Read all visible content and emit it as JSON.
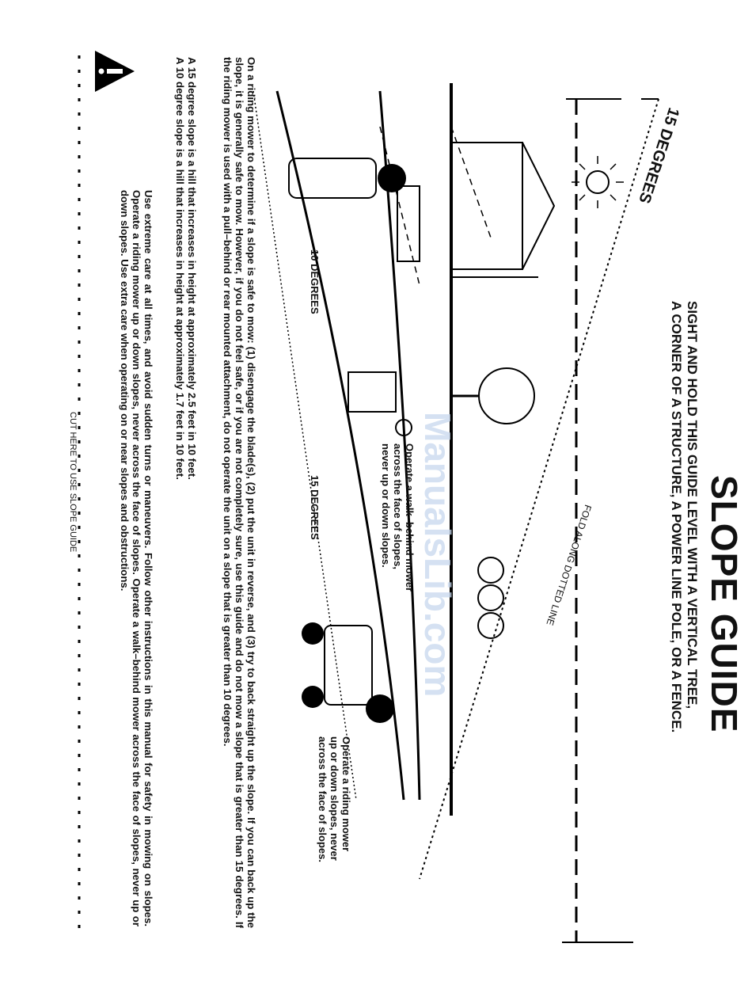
{
  "header": {
    "title": "SLOPE GUIDE",
    "subtitle_line1": "SIGHT AND HOLD THIS GUIDE LEVEL WITH A VERTICAL TREE,",
    "subtitle_line2": "A CORNER OF A STRUCTURE, A POWER LINE POLE, OR A FENCE."
  },
  "guide": {
    "degrees_15_top": "15 DEGREES",
    "fold_label": "FOLD ALONG DOTTED LINE",
    "degrees_15_slope": "15 DEGREES",
    "degrees_10_slope": "10 DEGREES"
  },
  "illustrations": {
    "walk_behind_note": [
      "Operate a walk–behind mower",
      "across the face of slopes,",
      "never up or down slopes."
    ],
    "riding_mower_note": [
      "Operate a riding mower",
      "up or down slopes, never",
      "across the face of slopes."
    ]
  },
  "instructions": {
    "paragraph": "On a riding mower to determine if a slope is safe to mow: (1) disengage the blade(s), (2) put the unit in reverse, and (3) try to back straight up the slope. If you can back up the slope, it is generally safe to mow. However, if you do not feel safe, or if you are not completely sure, use this guide and do not mow a slope that is greater than 15 degrees. If the riding mower is used with a pull–behind or rear mounted attachment, do not operate the unit on a slope that is greater than 10 degrees.",
    "fact_15": "A 15 degree slope is a hill that increases in height at approximately 2.5 feet in 10 feet.",
    "fact_10": "A 10 degree slope is a hill that increases in height at approximately 1.7 feet in 10 feet."
  },
  "warning": {
    "icon": "warning-triangle-icon",
    "text": "Use extreme care at all times, and avoid sudden turns or maneuvers. Follow other instructions in this manual for safety in mowing on slopes. Operate a riding mower up or down slopes, never across the face of slopes. Operate a walk–behind mower across the face of slopes, never up or down slopes. Use extra care when operating on or near slopes and obstructions."
  },
  "footer": {
    "cut_label": "CUT HERE TO USE SLOPE GUIDE"
  },
  "watermark": "ManualsLib.com"
}
